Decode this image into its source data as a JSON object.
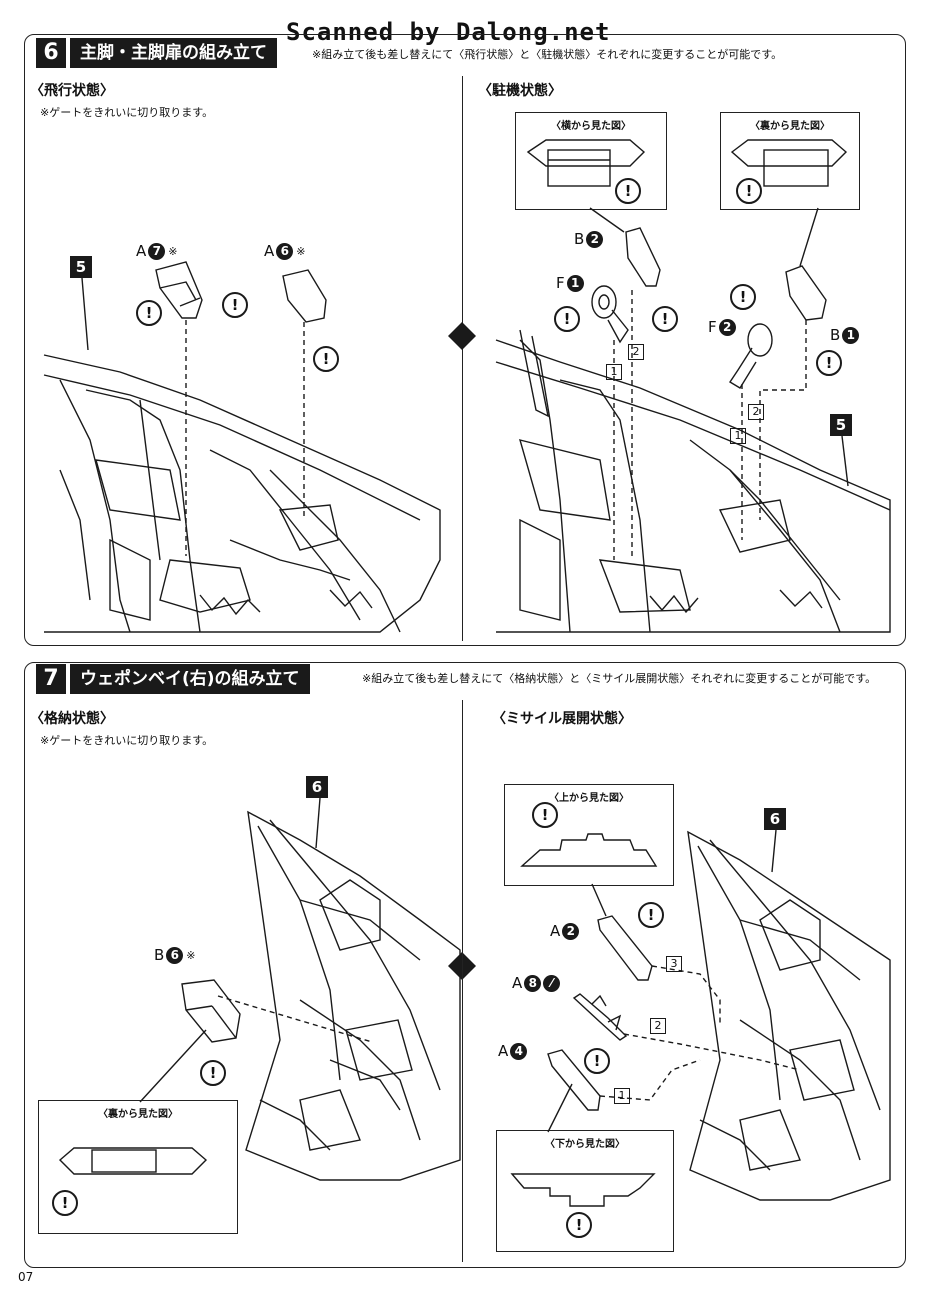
{
  "banner": "Scanned by Dalong.net",
  "page_number": "07",
  "step6": {
    "number": "6",
    "title": "主脚・主脚扉の組み立て",
    "note": "※組み立て後も差し替えにて〈飛行状態〉と〈駐機状態〉それぞれに変更することが可能です。",
    "left": {
      "heading": "〈飛行状態〉",
      "subnote": "※ゲートをきれいに切り取ります。",
      "ref": "5",
      "parts": [
        {
          "letter": "A",
          "num": "7",
          "mark": "※"
        },
        {
          "letter": "A",
          "num": "6",
          "mark": "※"
        }
      ]
    },
    "right": {
      "heading": "〈駐機状態〉",
      "ref": "5",
      "caption_side": "〈横から見た図〉",
      "caption_back": "〈裏から見た図〉",
      "parts": [
        {
          "letter": "B",
          "num": "2"
        },
        {
          "letter": "F",
          "num": "1"
        },
        {
          "letter": "F",
          "num": "2"
        },
        {
          "letter": "B",
          "num": "1"
        }
      ],
      "order_labels": [
        "2",
        "1",
        "2",
        "1"
      ]
    }
  },
  "step7": {
    "number": "7",
    "title": "ウェポンベイ(右)の組み立て",
    "note": "※組み立て後も差し替えにて〈格納状態〉と〈ミサイル展開状態〉それぞれに変更することが可能です。",
    "left": {
      "heading": "〈格納状態〉",
      "subnote": "※ゲートをきれいに切り取ります。",
      "ref": "6",
      "caption_back": "〈裏から見た図〉",
      "parts": [
        {
          "letter": "B",
          "num": "6",
          "mark": "※"
        }
      ]
    },
    "right": {
      "heading": "〈ミサイル展開状態〉",
      "ref": "6",
      "caption_top": "〈上から見た図〉",
      "caption_bottom": "〈下から見た図〉",
      "parts": [
        {
          "letter": "A",
          "num": "2"
        },
        {
          "letter": "A",
          "num": "8"
        },
        {
          "letter": "A",
          "num": "4"
        }
      ],
      "order_labels": [
        "3",
        "2",
        "1"
      ]
    }
  },
  "warning_symbol": "!",
  "colors": {
    "ink": "#1a1a1a",
    "paper": "#ffffff"
  }
}
